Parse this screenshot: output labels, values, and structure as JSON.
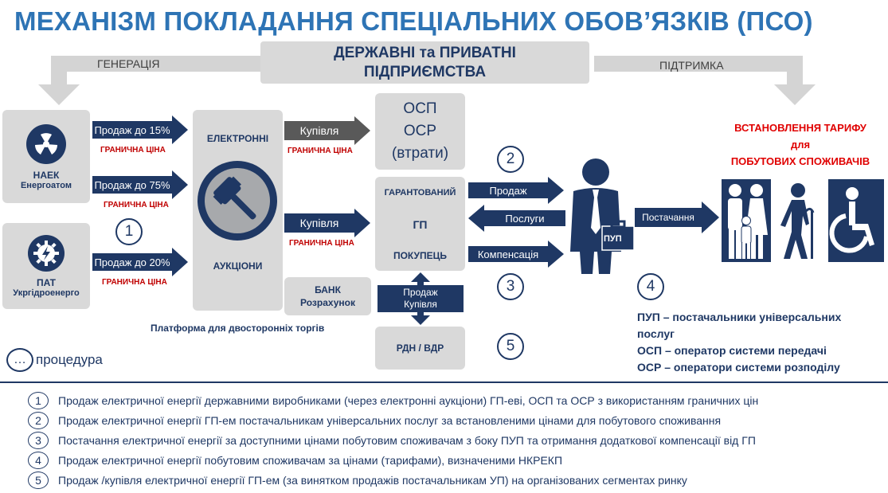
{
  "title": "МЕХАНІЗМ ПОКЛАДАННЯ СПЕЦІАЛЬНИХ ОБОВ’ЯЗКІВ (ПСО)",
  "top_box": {
    "line1": "ДЕРЖАВНІ та ПРИВАТНІ",
    "line2": "ПІДПРИЄМСТВА"
  },
  "left_arrow_label": "ГЕНЕРАЦІЯ",
  "right_arrow_label": "ПІДТРИМКА",
  "producers": [
    {
      "name": "НАЕК",
      "sub": "Енергоатом"
    },
    {
      "name": "ПАТ",
      "sub": "Укргідроенерго"
    }
  ],
  "sales": [
    {
      "label": "Продаж до 15%",
      "cap": "ГРАНИЧНА ЦІНА"
    },
    {
      "label": "Продаж до 75%",
      "cap": "ГРАНИЧНА ЦІНА"
    },
    {
      "label": "Продаж до 20%",
      "cap": "ГРАНИЧНА ЦІНА"
    }
  ],
  "auction": {
    "top": "ЕЛЕКТРОННІ",
    "bottom": "АУКЦІОНИ"
  },
  "platform_label": "Платформа для двосторонніх торгів",
  "buy_arrows": [
    {
      "label": "Купівля",
      "cap": "ГРАНИЧНА ЦІНА"
    },
    {
      "label": "Купівля",
      "cap": "ГРАНИЧНА ЦІНА"
    }
  ],
  "osp_box": {
    "l1": "ОСП",
    "l2": "ОСР",
    "l3": "(втрати)"
  },
  "gp_box": {
    "l1": "ГАРАНТОВАНИЙ",
    "l2": "ГП",
    "l3": "ПОКУПЕЦЬ"
  },
  "bank_box": {
    "l1": "БАНК",
    "l2": "Розрахунок"
  },
  "sale_buy_arrow": {
    "l1": "Продаж",
    "l2": "Купівля"
  },
  "rdn_box": "РДН / ВДР",
  "flows": {
    "sale": "Продаж",
    "services": "Послуги",
    "compensation": "Компенсація",
    "supply": "Постачання"
  },
  "pup_label": "ПУП",
  "tariff": {
    "l1": "ВСТАНОВЛЕННЯ ТАРИФУ",
    "l2": "для",
    "l3": "ПОБУТОВИХ СПОЖИВАЧІВ"
  },
  "numbers": [
    "1",
    "2",
    "3",
    "4",
    "5"
  ],
  "procedure": {
    "symbol": "…",
    "label": "процедура"
  },
  "definitions": [
    "ПУП – постачальники універсальних",
    "послуг",
    "ОСП – оператор системи передачі",
    "ОСР – оператори системи розподілу"
  ],
  "legend": [
    {
      "n": "1",
      "text": "Продаж електричної енергії державними виробниками (через електронні аукціони) ГП-еві, ОСП та ОСР з використанням граничних цін"
    },
    {
      "n": "2",
      "text": "Продаж електричної енергії ГП-ем постачальникам універсальних послуг за встановленими цінами для побутового споживання"
    },
    {
      "n": "3",
      "text": "Постачання електричної енергії за доступними цінами побутовим споживачам з боку ПУП та отримання додаткової компенсації від ГП"
    },
    {
      "n": "4",
      "text": "Продаж електричної енергії побутовим споживачам за цінами (тарифами), визначеними НКРЕКП"
    },
    {
      "n": "5",
      "text": "Продаж /купівля електричної енергії ГП-ем (за винятком продажів постачальникам УП) на організованих сегментах ринку"
    }
  ],
  "colors": {
    "title": "#2e74b5",
    "navy": "#1f3864",
    "red": "#c00000",
    "grey_box": "#d9d9d9",
    "tariff_red": "#e00000"
  }
}
